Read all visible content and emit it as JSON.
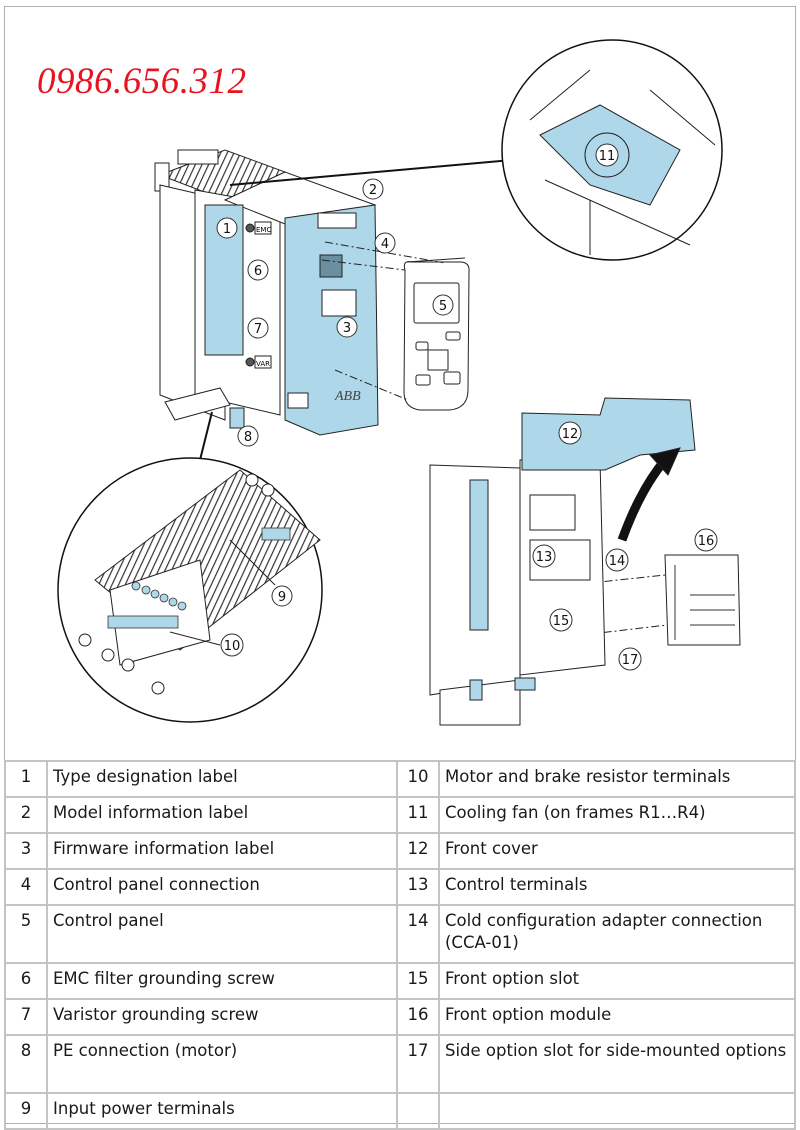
{
  "watermark": {
    "phone": "0986.656.312",
    "color": "#e8131f"
  },
  "figure": {
    "accent_color": "#aed8ea",
    "callouts": [
      "1",
      "2",
      "3",
      "4",
      "5",
      "6",
      "7",
      "8",
      "9",
      "10",
      "11",
      "12",
      "13",
      "14",
      "15",
      "16",
      "17"
    ],
    "device_labels": {
      "emc": "EMC",
      "var": "VAR",
      "brand": "ABB"
    }
  },
  "legend": {
    "rows": [
      {
        "left_num": "1",
        "left_text": "Type designation label",
        "right_num": "10",
        "right_text": "Motor and brake resistor terminals"
      },
      {
        "left_num": "2",
        "left_text": "Model information label",
        "right_num": "11",
        "right_text": "Cooling fan (on frames R1…R4)"
      },
      {
        "left_num": "3",
        "left_text": "Firmware information label",
        "right_num": "12",
        "right_text": "Front cover"
      },
      {
        "left_num": "4",
        "left_text": "Control panel connection",
        "right_num": "13",
        "right_text": "Control terminals"
      },
      {
        "left_num": "5",
        "left_text": "Control panel",
        "right_num": "14",
        "right_text": "Cold configuration adapter connection (CCA-01)"
      },
      {
        "left_num": "6",
        "left_text": "EMC filter grounding screw",
        "right_num": "15",
        "right_text": "Front option slot"
      },
      {
        "left_num": "7",
        "left_text": "Varistor grounding screw",
        "right_num": "16",
        "right_text": "Front option module"
      },
      {
        "left_num": "8",
        "left_text": "PE connection (motor)",
        "right_num": "17",
        "right_text": "Side option slot for side-mounted options"
      },
      {
        "left_num": "9",
        "left_text": "Input power terminals",
        "right_num": "",
        "right_text": ""
      }
    ]
  }
}
